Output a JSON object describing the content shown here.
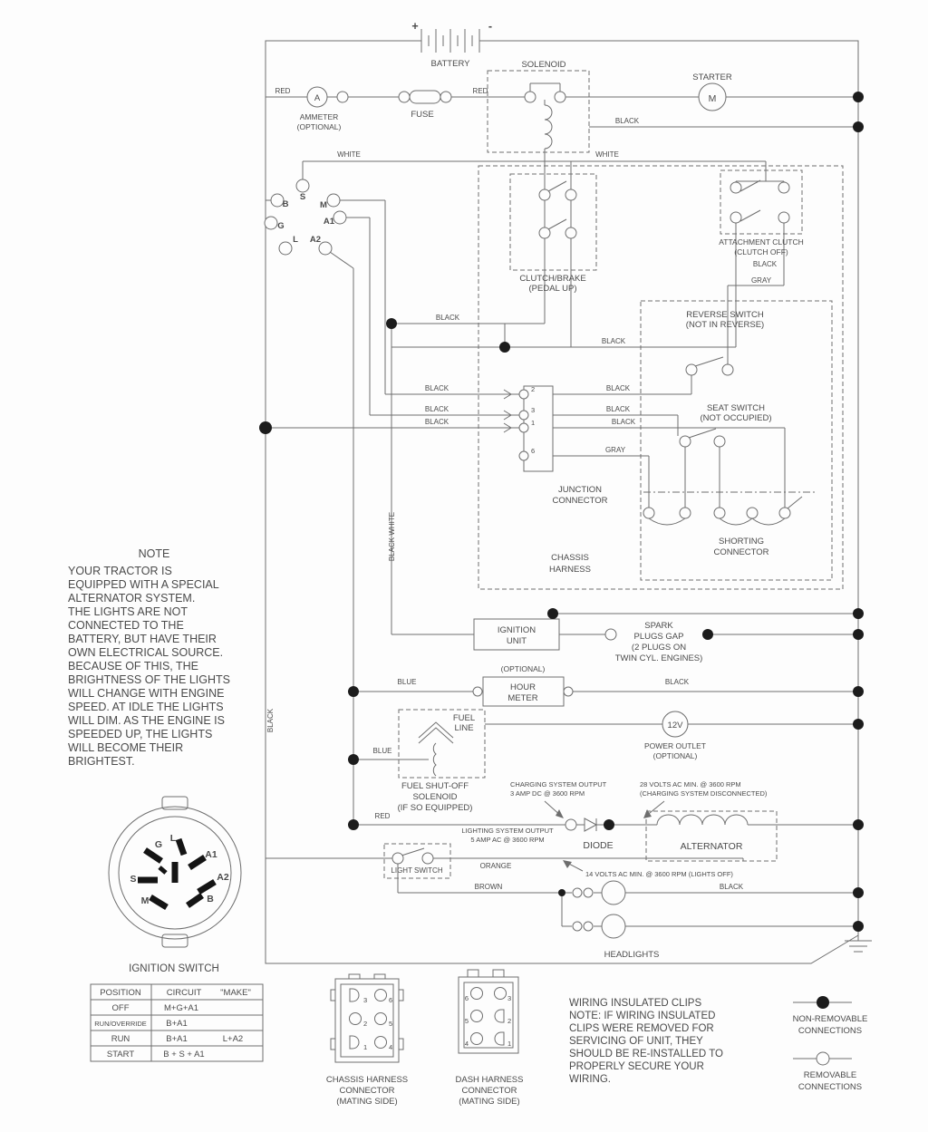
{
  "battery": {
    "label": "BATTERY",
    "plus": "+",
    "minus": "-"
  },
  "wire": {
    "red": "RED",
    "black": "BLACK",
    "white": "WHITE",
    "gray": "GRAY",
    "blue": "BLUE",
    "orange": "ORANGE",
    "brown": "BROWN",
    "black_white": "BLACK WHITE"
  },
  "components": {
    "solenoid": "SOLENOID",
    "starter": "STARTER",
    "starter_m": "M",
    "ammeter": "AMMETER",
    "ammeter_a": "A",
    "optional": "(OPTIONAL)",
    "fuse": "FUSE",
    "clutch_brake": [
      "CLUTCH/BRAKE",
      "(PEDAL UP)"
    ],
    "attachment_clutch": [
      "ATTACHMENT CLUTCH",
      "(CLUTCH OFF)"
    ],
    "reverse_switch": [
      "REVERSE SWITCH",
      "(NOT IN REVERSE)"
    ],
    "seat_switch": [
      "SEAT SWITCH",
      "(NOT OCCUPIED)"
    ],
    "shorting_connector": [
      "SHORTING",
      "CONNECTOR"
    ],
    "junction_connector": [
      "JUNCTION",
      "CONNECTOR"
    ],
    "junction_pins": [
      "2",
      "3",
      "1",
      "6"
    ],
    "chassis_harness": [
      "CHASSIS",
      "HARNESS"
    ],
    "ignition_unit": [
      "IGNITION",
      "UNIT"
    ],
    "spark_plugs": [
      "SPARK",
      "PLUGS GAP",
      "(2 PLUGS ON",
      "TWIN CYL. ENGINES)"
    ],
    "hour_meter": [
      "HOUR",
      "METER"
    ],
    "fuel_line": [
      "FUEL",
      "LINE"
    ],
    "fuel_shutoff": [
      "FUEL SHUT-OFF",
      "SOLENOID",
      "(IF SO EQUIPPED)"
    ],
    "power_outlet": {
      "v": "12V",
      "l1": "POWER OUTLET",
      "l2": "(OPTIONAL)"
    },
    "charging_output": [
      "CHARGING SYSTEM OUTPUT",
      "3 AMP DC @ 3600 RPM"
    ],
    "charging_spec": [
      "28 VOLTS AC MIN. @ 3600 RPM",
      "(CHARGING SYSTEM DISCONNECTED)"
    ],
    "lighting_output": [
      "LIGHTING SYSTEM OUTPUT",
      "5 AMP AC @ 3600 RPM"
    ],
    "lighting_spec": "14 VOLTS AC MIN. @ 3600 RPM (LIGHTS OFF)",
    "diode": "DIODE",
    "alternator": "ALTERNATOR",
    "light_switch": "LIGHT SWITCH",
    "headlights": "HEADLIGHTS"
  },
  "ignition": {
    "title": "IGNITION SWITCH",
    "terminals": {
      "b": "B",
      "s": "S",
      "m": "M",
      "g": "G",
      "l": "L",
      "a1": "A1",
      "a2": "A2"
    }
  },
  "note": {
    "title": "NOTE",
    "lines": [
      "YOUR TRACTOR IS",
      "EQUIPPED WITH A SPECIAL",
      "ALTERNATOR SYSTEM.",
      "THE LIGHTS ARE NOT",
      "CONNECTED TO THE",
      "BATTERY, BUT HAVE THEIR",
      "OWN ELECTRICAL SOURCE.",
      "BECAUSE OF THIS, THE",
      "BRIGHTNESS OF THE LIGHTS",
      "WILL CHANGE WITH ENGINE",
      "SPEED.  AT IDLE THE LIGHTS",
      "WILL DIM.  AS THE ENGINE IS",
      "SPEEDED UP, THE LIGHTS",
      "WILL BECOME THEIR",
      "BRIGHTEST."
    ]
  },
  "table": {
    "headers": [
      "POSITION",
      "CIRCUIT",
      "\"MAKE\""
    ],
    "rows": [
      [
        "OFF",
        "M+G+A1",
        ""
      ],
      [
        "RUN/OVERRIDE",
        "B+A1",
        ""
      ],
      [
        "RUN",
        "B+A1",
        "L+A2"
      ],
      [
        "START",
        "B + S + A1",
        ""
      ]
    ]
  },
  "chassis_connector": {
    "label": [
      "CHASSIS HARNESS",
      "CONNECTOR",
      "(MATING SIDE)"
    ],
    "pins": [
      "3",
      "6",
      "2",
      "5",
      "1",
      "4"
    ]
  },
  "dash_connector": {
    "label": [
      "DASH HARNESS",
      "CONNECTOR",
      "(MATING SIDE)"
    ],
    "pins": [
      "6",
      "3",
      "5",
      "2",
      "4",
      "1"
    ]
  },
  "clips_note": {
    "lines": [
      "WIRING INSULATED CLIPS",
      "NOTE: IF WIRING INSULATED",
      "CLIPS WERE REMOVED FOR",
      "SERVICING OF UNIT, THEY",
      "SHOULD BE RE-INSTALLED TO",
      "PROPERLY SECURE YOUR",
      "WIRING."
    ]
  },
  "legend": {
    "non_removable": [
      "NON-REMOVABLE",
      "CONNECTIONS"
    ],
    "removable": [
      "REMOVABLE",
      "CONNECTIONS"
    ]
  },
  "colors": {
    "line": "#6e6e6e",
    "text": "#4a4a4a",
    "connection_dot": "#1c1c1c",
    "background": "#fdfdfd"
  }
}
